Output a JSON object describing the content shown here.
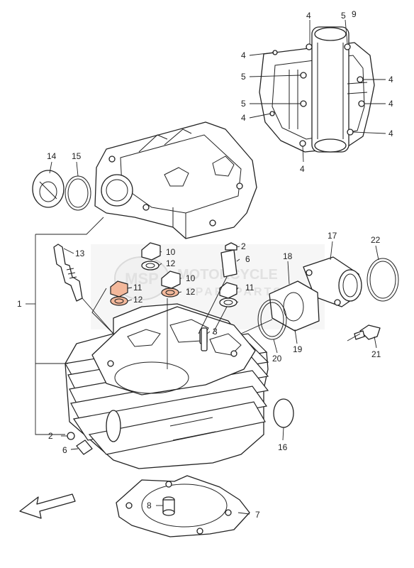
{
  "diagram": {
    "watermark": {
      "logo_letters": "MSP",
      "line1": "MOTORCYCLE",
      "line2": "SPAREPARTS"
    },
    "callouts": [
      {
        "id": "c1",
        "text": "1"
      },
      {
        "id": "c2a",
        "text": "2"
      },
      {
        "id": "c2b",
        "text": "2"
      },
      {
        "id": "c3",
        "text": "3"
      },
      {
        "id": "c4a",
        "text": "4"
      },
      {
        "id": "c4b",
        "text": "4"
      },
      {
        "id": "c4c",
        "text": "4"
      },
      {
        "id": "c4d",
        "text": "4"
      },
      {
        "id": "c4e",
        "text": "4"
      },
      {
        "id": "c4f",
        "text": "4"
      },
      {
        "id": "c4g",
        "text": "4"
      },
      {
        "id": "c4h",
        "text": "4"
      },
      {
        "id": "c5a",
        "text": "5"
      },
      {
        "id": "c5b",
        "text": "5"
      },
      {
        "id": "c5c",
        "text": "5"
      },
      {
        "id": "c6a",
        "text": "6"
      },
      {
        "id": "c6b",
        "text": "6"
      },
      {
        "id": "c7",
        "text": "7"
      },
      {
        "id": "c8",
        "text": "8"
      },
      {
        "id": "c9",
        "text": "9"
      },
      {
        "id": "c10a",
        "text": "10"
      },
      {
        "id": "c10b",
        "text": "10"
      },
      {
        "id": "c11a",
        "text": "11"
      },
      {
        "id": "c11b",
        "text": "11"
      },
      {
        "id": "c12a",
        "text": "12"
      },
      {
        "id": "c12b",
        "text": "12"
      },
      {
        "id": "c12c",
        "text": "12"
      },
      {
        "id": "c13",
        "text": "13"
      },
      {
        "id": "c14",
        "text": "14"
      },
      {
        "id": "c15",
        "text": "15"
      },
      {
        "id": "c16",
        "text": "16"
      },
      {
        "id": "c17",
        "text": "17"
      },
      {
        "id": "c18",
        "text": "18"
      },
      {
        "id": "c19",
        "text": "19"
      },
      {
        "id": "c20",
        "text": "20"
      },
      {
        "id": "c21",
        "text": "21"
      },
      {
        "id": "c22",
        "text": "22"
      }
    ],
    "colors": {
      "line": "#222222",
      "highlight": "#f3b89b",
      "watermark": "#c9c9c9"
    }
  }
}
